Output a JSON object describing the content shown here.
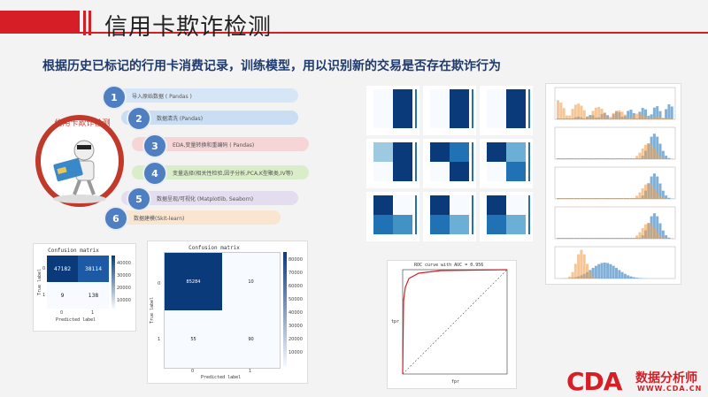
{
  "slide": {
    "title": "信用卡欺诈检测",
    "subtitle": "根据历史已标记的行用卡消费记录，训练模型，用以识别新的交易是否存在欺诈行为",
    "badge_text": "信用卡欺诈检测"
  },
  "steps": [
    {
      "num": "1",
      "label": "导入原始数据 ( Pandas )",
      "color": "#d7e6f6"
    },
    {
      "num": "2",
      "label": "数据清洗 (Pandas)",
      "color": "#c9ddf3"
    },
    {
      "num": "3",
      "label": "EDA,变量转换和重编码 ( Pandas)",
      "color": "#f5d5d5"
    },
    {
      "num": "4",
      "label": "变量选择(相关性检验,因子分析,PCA,K型聚类,IV等)",
      "color": "#d8edc8"
    },
    {
      "num": "5",
      "label": "数据呈现/可视化 (Matplotlib, Seaborn)",
      "color": "#e4dcef"
    },
    {
      "num": "6",
      "label": "数据建模(Skit-learn)",
      "color": "#f9e5d0"
    }
  ],
  "cm_small": {
    "title": "Confusion matrix",
    "ylabel": "True label",
    "xlabel": "Predicted label",
    "row_ticks": [
      "0",
      "1"
    ],
    "col_ticks": [
      "0",
      "1"
    ],
    "cells": [
      "47182",
      "38114",
      "9",
      "138"
    ],
    "colorbar": [
      "40000",
      "30000",
      "20000",
      "10000"
    ]
  },
  "cm_large": {
    "title": "Confusion matrix",
    "ylabel": "True label",
    "xlabel": "Predicted label",
    "row_ticks": [
      "0",
      "1"
    ],
    "col_ticks": [
      "0",
      "1"
    ],
    "cells": [
      "85284",
      "10",
      "55",
      "90"
    ],
    "colorbar": [
      "80000",
      "70000",
      "60000",
      "50000",
      "40000",
      "30000",
      "20000",
      "10000"
    ]
  },
  "roc": {
    "title": "ROC curve with AUC = 0.956",
    "xlabel": "fpr",
    "ylabel": "tpr"
  },
  "logo": {
    "brand": "CDA",
    "cn": "数据分析师",
    "url": "WWW.CDA.CN"
  },
  "colors": {
    "accent": "#d51e26",
    "step_num": "#4f7fc1",
    "cm_dark": "#0b3a7a"
  }
}
